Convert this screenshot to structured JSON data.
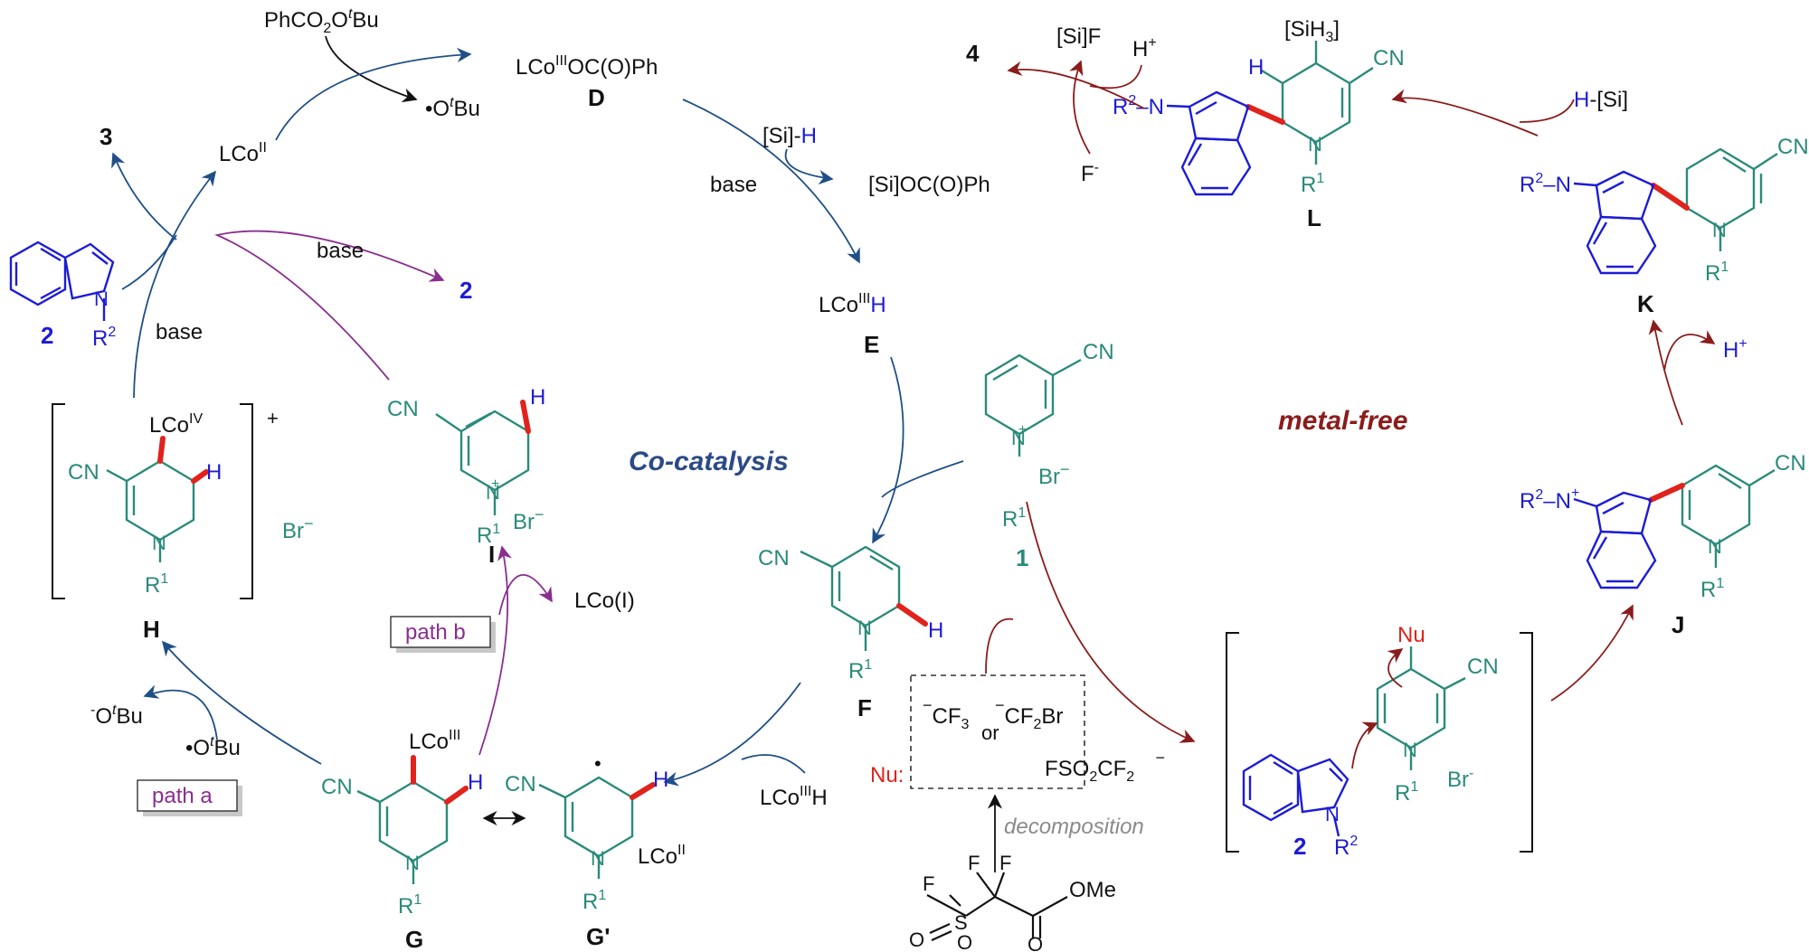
{
  "colors": {
    "teal": "#2a8a7a",
    "indole_blue": "#1c1cd6",
    "new_bond_red": "#e0231c",
    "co_arrow_navy": "#1f4f86",
    "path_purple": "#8a2e8f",
    "metal_free_maroon": "#8b1c1c",
    "co_catalysis_title": "#2b4a86",
    "metal_free_title": "#8b1c1c"
  },
  "labels": {
    "co_catalysis": "Co-catalysis",
    "metal_free": "metal-free",
    "path_a": "path a",
    "path_b": "path b",
    "decomposition": "decomposition"
  },
  "compounds": {
    "c1": "1",
    "c2": "2",
    "c3": "3",
    "c4": "4",
    "D": "D",
    "E": "E",
    "F": "F",
    "G": "G",
    "Gp": "G'",
    "H": "H",
    "I": "I",
    "J": "J",
    "K": "K",
    "L": "L"
  },
  "reagents": {
    "perester": "PhCO2OtBu",
    "otbu_rad": "•OtBu",
    "otbu_anion": "-OtBu",
    "lco2": "LCoII",
    "lco3oc": "LCoIIIOC(O)Ph",
    "si_h": "[Si]-H",
    "si_ester": "[Si]OC(O)Ph",
    "base": "base",
    "lco3h": "LCoIIIH",
    "lco1": "LCo(I)",
    "lco3": "LCoIII",
    "lco4": "LCoIV",
    "br": "Br−",
    "h_plus": "H+",
    "si_f": "[Si]F",
    "f_minus": "F-",
    "h_si": "H-[Si]",
    "sih3": "[SiH3]",
    "cn": "CN",
    "nu": "Nu",
    "nu_colon": "Nu:",
    "cf3": "CF3",
    "or": "or",
    "cf2br": "CF2Br",
    "fso2cf2": "FSO2CF2",
    "ome": "OMe",
    "r1": "R1",
    "r2": "R2"
  }
}
